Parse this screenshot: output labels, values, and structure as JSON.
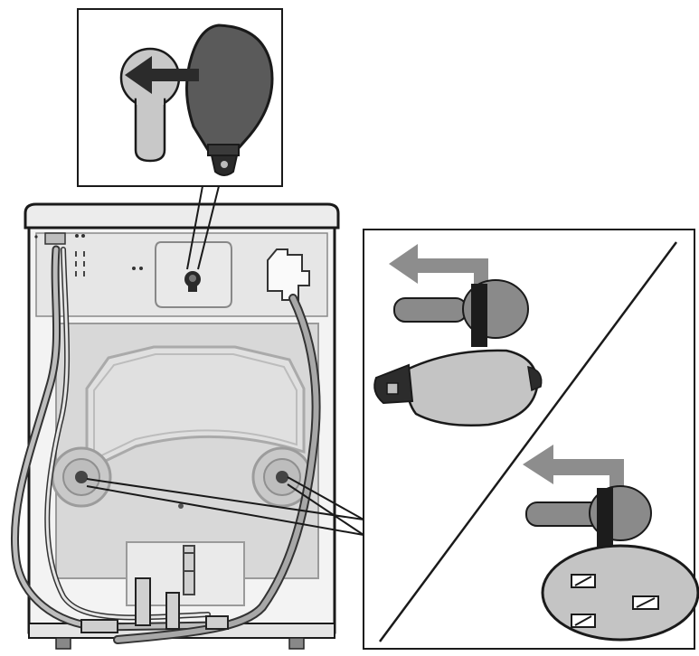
{
  "figure": {
    "panels": [
      "plug-removal-detail",
      "transport-bolts-detail",
      "machine-rear-view"
    ],
    "icons": [
      "arrow-left-icon",
      "cover-cap-icon",
      "spacer-clip-icon",
      "hose-icon"
    ],
    "colors": {
      "outline": "#1a1a1a",
      "panel_bg": "#ffffff",
      "machine_light": "#f2f2f2",
      "machine_mid": "#d7d7d7",
      "machine_dark": "#9b9b9b",
      "part_dark": "#555555",
      "part_black": "#1c1c1c",
      "arrow_grey": "#8d8d8d",
      "cap_grey": "#bdbdbd"
    }
  }
}
